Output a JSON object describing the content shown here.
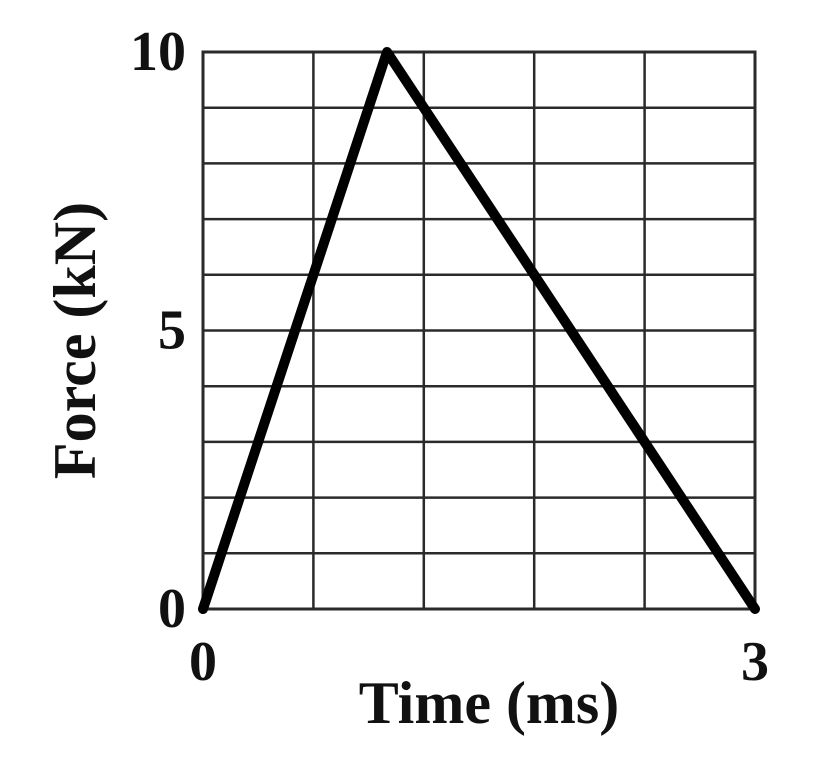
{
  "chart_data": {
    "type": "line",
    "xlabel": "Time (ms)",
    "ylabel": "Force (kN)",
    "xlim": [
      0,
      3
    ],
    "ylim": [
      0,
      10
    ],
    "x_tick_labels": [
      "0",
      "3"
    ],
    "y_tick_labels": [
      "0",
      "5",
      "10"
    ],
    "x_grid_step": 0.6,
    "y_grid_step": 1,
    "grid": true,
    "series": [
      {
        "x": [
          0,
          1.0,
          3
        ],
        "y": [
          0,
          10,
          0
        ]
      }
    ],
    "colors": {
      "line": "#000000",
      "grid": "#2a2a2a",
      "text": "#111111"
    }
  }
}
